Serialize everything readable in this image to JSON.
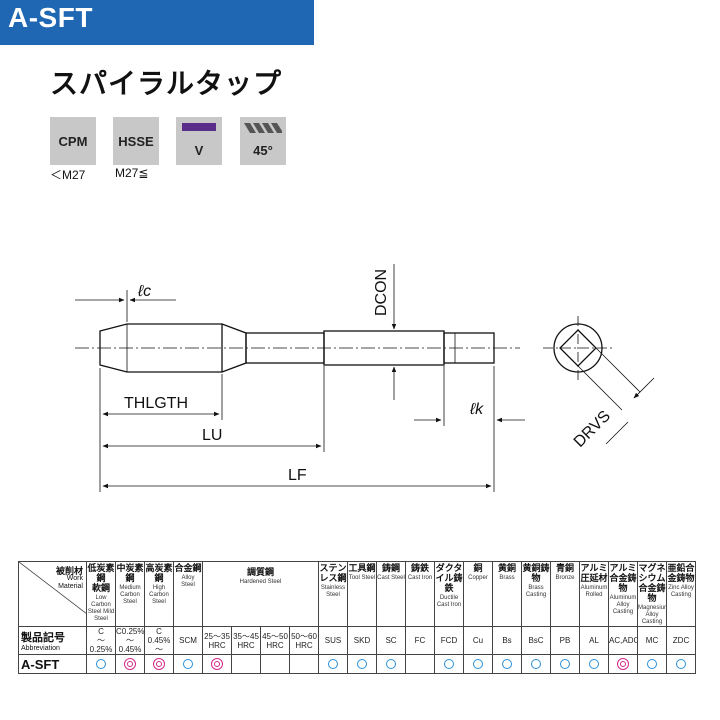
{
  "header": {
    "code": "A-SFT"
  },
  "product": {
    "title": "スパイラルタップ"
  },
  "badges": [
    {
      "text": "CPM",
      "note": "＜M27",
      "icon": ""
    },
    {
      "text": "HSSE",
      "note": "M27≦",
      "icon": ""
    },
    {
      "text": "V",
      "note": "",
      "icon": "coating-bar-purple"
    },
    {
      "text": "45°",
      "note": "",
      "icon": "helix-angle-stripes"
    }
  ],
  "colors": {
    "header": "#1f66b3",
    "coating": "#5a2d8a",
    "recommended": "#d12a8e",
    "suitable": "#2a8fd8"
  },
  "drawing": {
    "labels": {
      "lc": "ℓc",
      "thlgth": "THLGTH",
      "lu": "LU",
      "lf": "LF",
      "dcon": "DCON",
      "lk": "ℓk",
      "drvs": "DRVS"
    }
  },
  "table": {
    "corner": {
      "jp": "被削材",
      "en1": "Work",
      "en2": "Material"
    },
    "row_label": {
      "jp": "製品記号",
      "en": "Abbreviation"
    },
    "hardened_group": {
      "jp": "調質鋼",
      "en": "Hardened Steel"
    },
    "materials": [
      {
        "jp": "低炭素鋼\n軟鋼",
        "en": "Low Carbon Steel Mild Steel",
        "abbr": "C\n～0.25%"
      },
      {
        "jp": "中炭素鋼",
        "en": "Medium Carbon Steel",
        "abbr": "C0.25%\n～0.45%"
      },
      {
        "jp": "高炭素鋼",
        "en": "High Carbon Steel",
        "abbr": "C\n0.45%～"
      },
      {
        "jp": "合金鋼",
        "en": "Alloy Steel",
        "abbr": "SCM"
      },
      {
        "jp": "",
        "en": "",
        "abbr": "25～35\nHRC"
      },
      {
        "jp": "",
        "en": "",
        "abbr": "35～45\nHRC"
      },
      {
        "jp": "",
        "en": "",
        "abbr": "45～50\nHRC"
      },
      {
        "jp": "",
        "en": "",
        "abbr": "50～60\nHRC"
      },
      {
        "jp": "ステンレス鋼",
        "en": "Stainless Steel",
        "abbr": "SUS"
      },
      {
        "jp": "工具鋼",
        "en": "Tool Steel",
        "abbr": "SKD"
      },
      {
        "jp": "鋳鋼",
        "en": "Cast Steel",
        "abbr": "SC"
      },
      {
        "jp": "鋳鉄",
        "en": "Cast Iron",
        "abbr": "FC"
      },
      {
        "jp": "ダクタイル鋳鉄",
        "en": "Ductile Cast Iron",
        "abbr": "FCD"
      },
      {
        "jp": "銅",
        "en": "Copper",
        "abbr": "Cu"
      },
      {
        "jp": "黄銅",
        "en": "Brass",
        "abbr": "Bs"
      },
      {
        "jp": "黄銅鋳物",
        "en": "Brass Casting",
        "abbr": "BsC"
      },
      {
        "jp": "青銅",
        "en": "Bronze",
        "abbr": "PB"
      },
      {
        "jp": "アルミ圧延材",
        "en": "Aluminum Rolled",
        "abbr": "AL"
      },
      {
        "jp": "アルミ合金鋳物",
        "en": "Aluminum Alloy Casting",
        "abbr": "AC,ADC"
      },
      {
        "jp": "マグネシウム合金鋳物",
        "en": "Magnesium Alloy Casting",
        "abbr": "MC"
      },
      {
        "jp": "亜鉛合金鋳物",
        "en": "Zinc Alloy Casting",
        "abbr": "ZDC"
      }
    ],
    "product_row": {
      "code": "A-SFT",
      "marks": [
        "suitable",
        "recommended",
        "recommended",
        "suitable",
        "recommended",
        "",
        "",
        "",
        "suitable",
        "suitable",
        "suitable",
        "",
        "suitable",
        "suitable",
        "suitable",
        "suitable",
        "suitable",
        "suitable",
        "recommended",
        "suitable",
        "suitable"
      ]
    }
  }
}
